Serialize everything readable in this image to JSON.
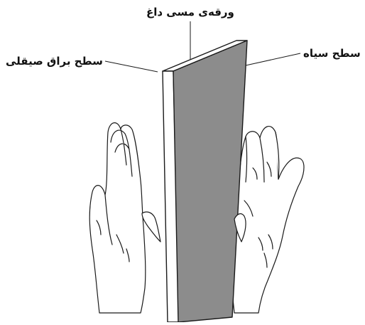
{
  "diagram": {
    "labels": {
      "top": "ورقه‌ی مسی داغ",
      "left": "سطح براق صیقلی",
      "right": "سطح سیاه"
    },
    "colors": {
      "black_surface": "#8c8c8c",
      "polished_surface": "#ffffff",
      "outline": "#1a1a1a"
    }
  }
}
